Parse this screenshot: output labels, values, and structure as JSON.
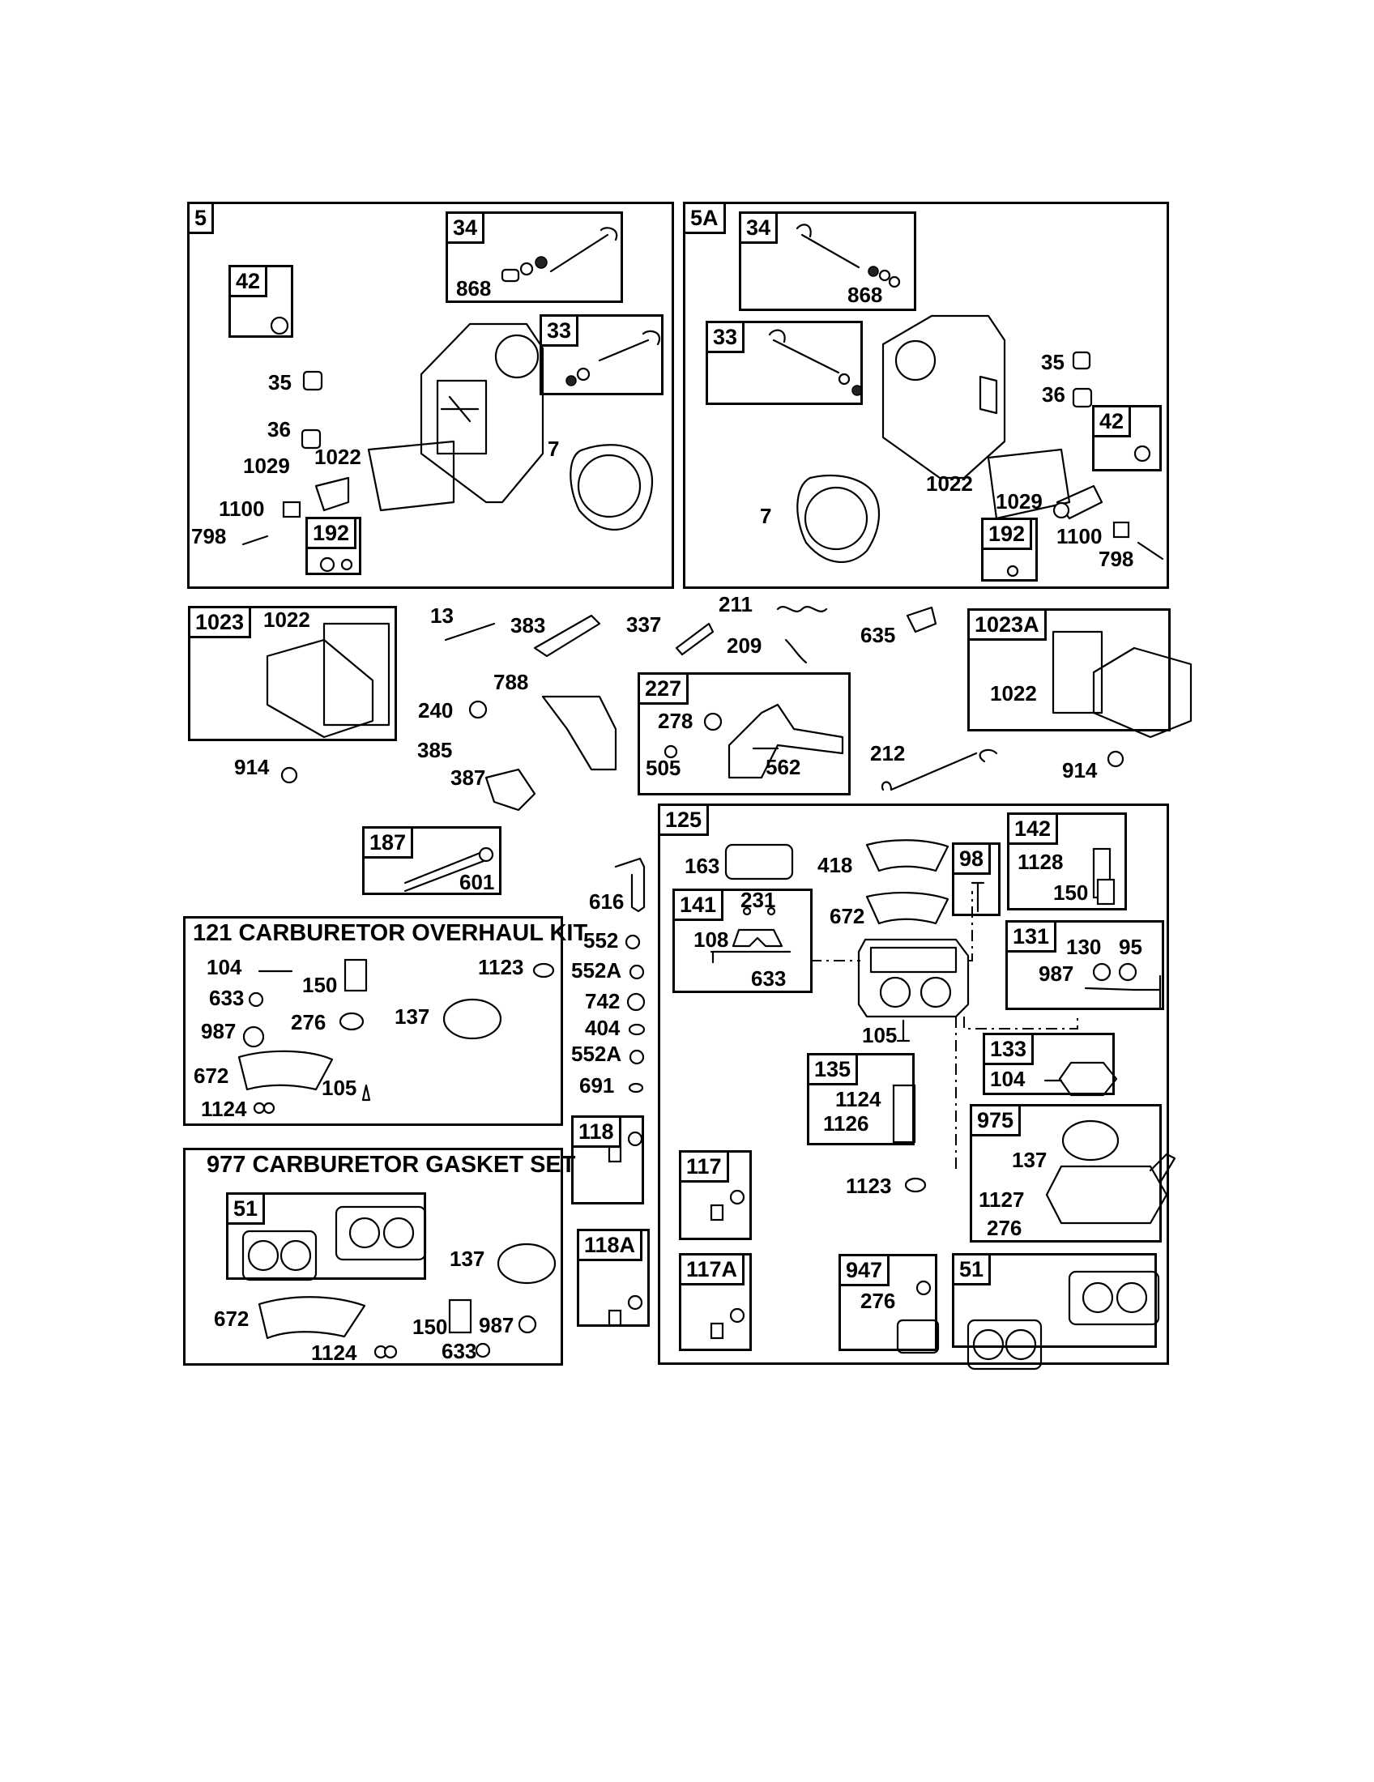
{
  "groups": {
    "g5": "5",
    "g5a": "5A",
    "g34a": "34",
    "g33a": "33",
    "g42a": "42",
    "g192a": "192",
    "g34b": "34",
    "g33b": "33",
    "g42b": "42",
    "g192b": "192",
    "g1023": "1023",
    "g1023a": "1023A",
    "g227": "227",
    "g187": "187",
    "g125": "125",
    "g141": "141",
    "g98": "98",
    "g142": "142",
    "g131": "131",
    "g133": "133",
    "g135": "135",
    "g975": "975",
    "g117": "117",
    "g117a": "117A",
    "g118": "118",
    "g118a": "118A",
    "g947": "947",
    "g51a": "51",
    "g51b": "51"
  },
  "kits": {
    "overhaul": "121 CARBURETOR OVERHAUL KIT",
    "gasket": "977 CARBURETOR GASKET SET"
  },
  "parts": {
    "a868": "868",
    "a35": "35",
    "a36": "36",
    "a1029": "1029",
    "a1022": "1022",
    "a7": "7",
    "a1100": "1100",
    "a798": "798",
    "b868": "868",
    "b35": "35",
    "b36": "36",
    "b1022": "1022",
    "b1029": "1029",
    "b7": "7",
    "b1100": "1100",
    "b798": "798",
    "c1022": "1022",
    "c914": "914",
    "p13": "13",
    "p383": "383",
    "p337": "337",
    "p211": "211",
    "p209": "209",
    "p635": "635",
    "p788": "788",
    "p240": "240",
    "p385": "385",
    "p387": "387",
    "p278": "278",
    "p505": "505",
    "p562": "562",
    "p212": "212",
    "d1022": "1022",
    "d914": "914",
    "p601": "601",
    "p616": "616",
    "k104": "104",
    "k1123": "1123",
    "k633": "633",
    "k150": "150",
    "k987": "987",
    "k276": "276",
    "k137": "137",
    "k672": "672",
    "k105": "105",
    "k1124": "1124",
    "s552": "552",
    "s552a1": "552A",
    "s742": "742",
    "s404": "404",
    "s552a2": "552A",
    "s691": "691",
    "g137": "137",
    "g672": "672",
    "g150": "150",
    "g987": "987",
    "g1124": "1124",
    "g633": "633",
    "c163": "163",
    "c418": "418",
    "c672": "672",
    "c231": "231",
    "c108": "108",
    "c633": "633",
    "c1128": "1128",
    "c150": "150",
    "c130": "130",
    "c95": "95",
    "c987": "987",
    "c105": "105",
    "c104": "104",
    "c1124": "1124",
    "c1126": "1126",
    "c1123": "1123",
    "c137": "137",
    "c1127": "1127",
    "c276": "276",
    "c276b": "276"
  }
}
